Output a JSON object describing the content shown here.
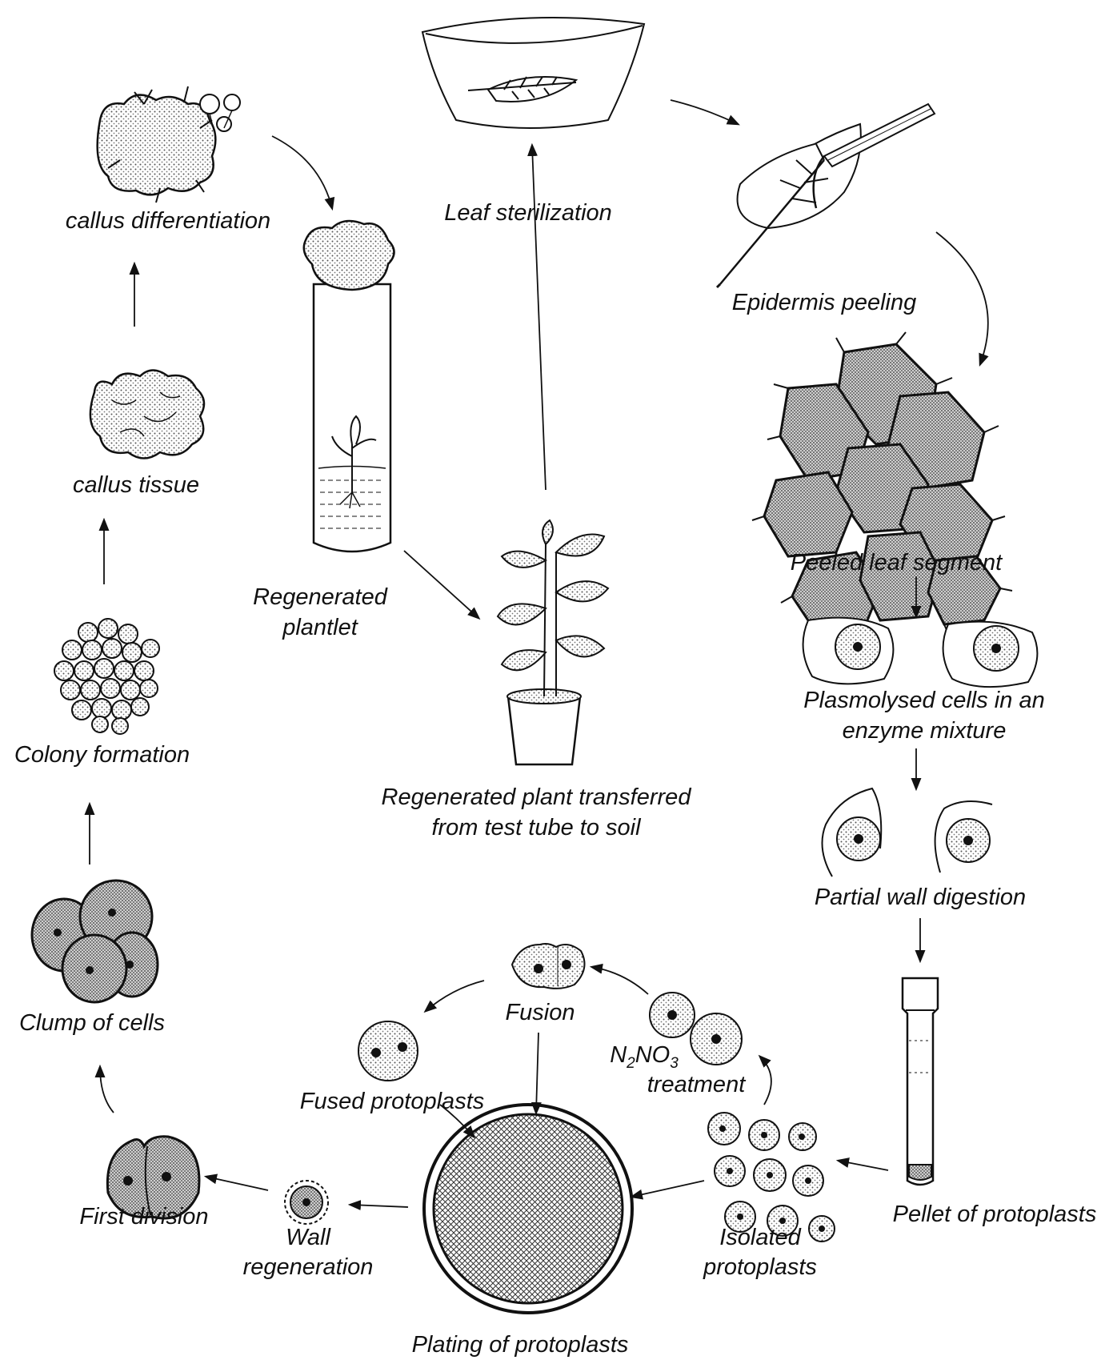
{
  "labels": {
    "leaf_sterilization": "Leaf sterilization",
    "epidermis_peeling": "Epidermis peeling",
    "peeled_leaf_segment": "Peeled leaf segment",
    "plasmolysed_line1": "Plasmolysed cells in an",
    "plasmolysed_line2": "enzyme mixture",
    "partial_wall_digestion": "Partial wall digestion",
    "pellet_of_protoplasts": "Pellet of protoplasts",
    "isolated_line1": "Isolated",
    "isolated_line2": "protoplasts",
    "treatment_n": "N",
    "treatment_sub1": "2",
    "treatment_no": "NO",
    "treatment_sub2": "3",
    "treatment_word": "treatment",
    "fusion": "Fusion",
    "fused_protoplasts": "Fused protoplasts",
    "plating_of_protoplasts": "Plating of protoplasts",
    "wall_line1": "Wall",
    "wall_line2": "regeneration",
    "first_division": "First division",
    "clump_of_cells": "Clump of cells",
    "colony_formation": "Colony formation",
    "callus_tissue": "callus tissue",
    "callus_differentiation": "callus differentiation",
    "plantlet_line1": "Regenerated",
    "plantlet_line2": "plantlet",
    "soil_line1": "Regenerated plant transferred",
    "soil_line2": "from test tube to soil"
  },
  "colors": {
    "ink": "#111111",
    "stipple": "#7a7a7a",
    "background": "#ffffff"
  }
}
